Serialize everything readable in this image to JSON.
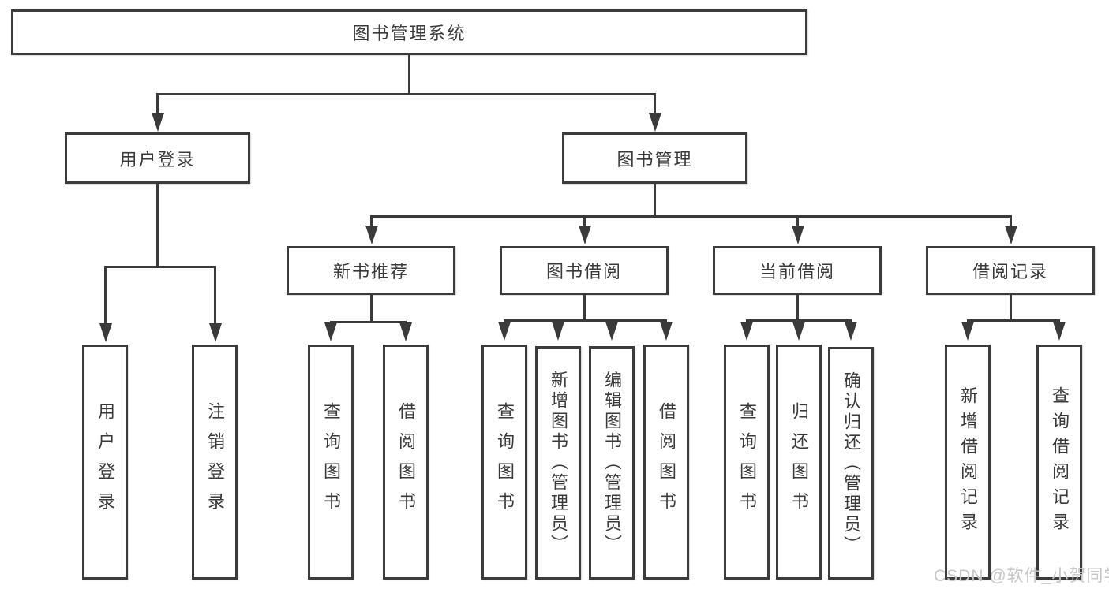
{
  "title": "图书管理系统",
  "colors": {
    "background": "#ffffff",
    "line": "#3a3a3a",
    "box_border": "#3b3b3b",
    "text": "#3a3a3a",
    "watermark": "#c6c6c6"
  },
  "nodes": {
    "root": "图书管理系统",
    "user_login": "用户登录",
    "user_login_children": {
      "login": "用户登录",
      "logout": "注销登录"
    },
    "book_mgmt": "图书管理",
    "new_book": "新书推荐",
    "new_book_children": {
      "query": "查询图书",
      "borrow": "借阅图书"
    },
    "book_borrow": "图书借阅",
    "book_borrow_children": {
      "query": "查询图书",
      "add": "新增图书（管理员）",
      "edit": "编辑图书（管理员）",
      "borrow": "借阅图书"
    },
    "current_borrow": "当前借阅",
    "current_borrow_children": {
      "query": "查询图书",
      "return": "归还图书",
      "confirm": "确认归还（管理员）"
    },
    "borrow_record": "借阅记录",
    "borrow_record_children": {
      "add": "新增借阅记录",
      "query": "查询借阅记录"
    }
  },
  "watermark": "CSDN @软件_小贺同学"
}
